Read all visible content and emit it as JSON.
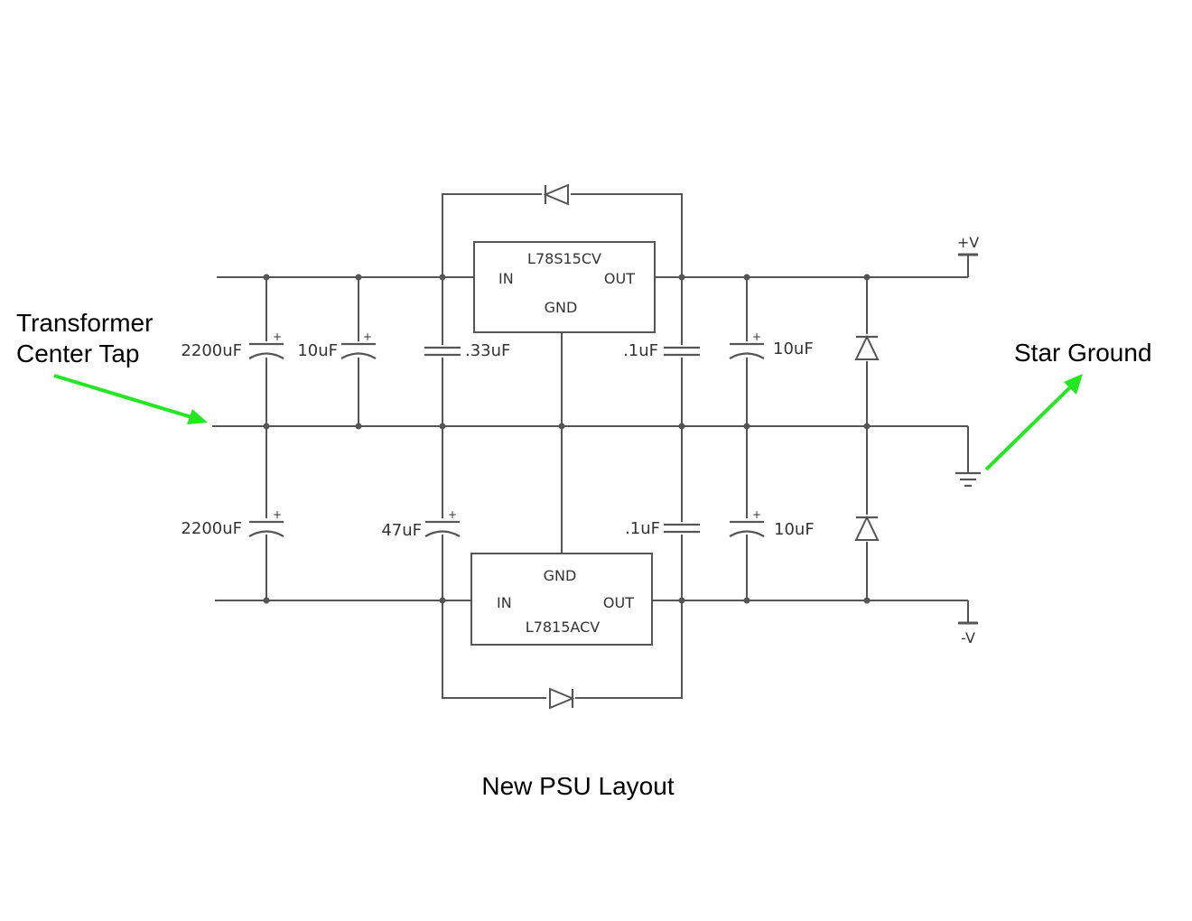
{
  "callouts": {
    "center_tap_line1": "Transformer",
    "center_tap_line2": "Center Tap",
    "star_ground": "Star Ground",
    "arrow_color": "#22e822"
  },
  "regulators": {
    "positive": {
      "part": "L78S15CV",
      "pin_in": "IN",
      "pin_out": "OUT",
      "pin_gnd": "GND"
    },
    "negative": {
      "part": "L7815ACV",
      "pin_in": "IN",
      "pin_out": "OUT",
      "pin_gnd": "GND"
    }
  },
  "capacitors": {
    "c1": "2200uF",
    "c2": "10uF",
    "c3": ".33uF",
    "c4": ".1uF",
    "c5": "10uF",
    "c6": "2200uF",
    "c7": "47uF",
    "c8": ".1uF",
    "c9": "10uF",
    "polarity": "+"
  },
  "rails": {
    "positive": "+V",
    "negative": "-V"
  },
  "caption": "New PSU Layout"
}
